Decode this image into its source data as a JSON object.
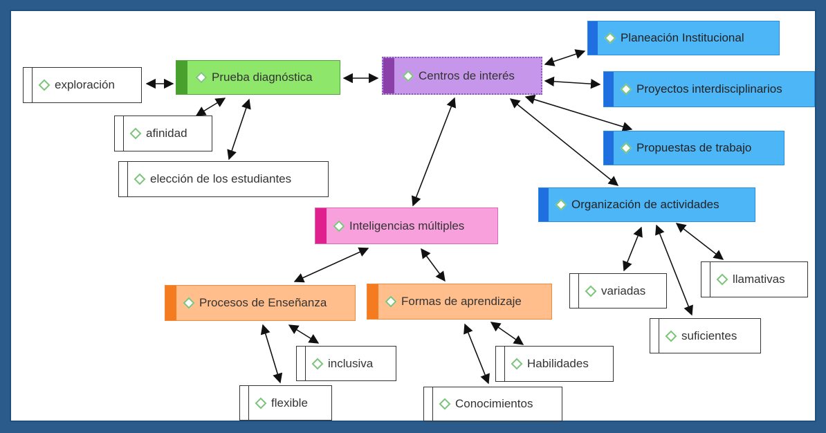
{
  "nodes": {
    "exploracion": "exploración",
    "prueba": "Prueba diagnóstica",
    "centros": "Centros de interés",
    "planeacion": "Planeación Institucional",
    "proyectos": "Proyectos interdisciplinarios",
    "propuestas": "Propuestas de trabajo",
    "organizacion": "Organización de actividades",
    "afinidad": "afinidad",
    "eleccion": "elección de los estudiantes",
    "inteligencias": "Inteligencias múltiples",
    "procesos": "Procesos de Enseñanza",
    "formas": "Formas de aprendizaje",
    "inclusiva": "inclusiva",
    "flexible": "flexible",
    "habilidades": "Habilidades",
    "conocimientos": "Conocimientos",
    "variadas": "variadas",
    "llamativas": "llamativas",
    "suficientes": "suficientes"
  },
  "colors": {
    "frame": "#2b5b8a",
    "green": "#8ee66a",
    "purple": "#c596ea",
    "blue": "#4db6f7",
    "pink": "#f7a0dc",
    "orange": "#ffbe8c",
    "diamond": "#7cc47c"
  },
  "icons": {
    "node_marker": "diamond-icon",
    "connector": "double-arrow"
  }
}
